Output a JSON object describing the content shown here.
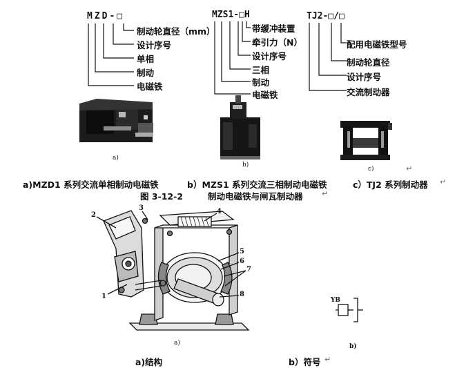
{
  "top": {
    "mzd": {
      "code": "MZD-□",
      "labels": [
        "制动轮直径（mm）",
        "设计序号",
        "单相",
        "制动",
        "电磁铁"
      ],
      "photo_caption": "a)"
    },
    "mzs1": {
      "code": "MZS1-□H",
      "labels": [
        "带缓冲装置",
        "牵引力（N）",
        "设计序号",
        "三相",
        "制动",
        "电磁铁"
      ],
      "photo_caption": "b)"
    },
    "tj2": {
      "code": "TJ2-□/□",
      "labels": [
        "配用电磁铁型号",
        "制动轮直径",
        "设计序号",
        "交流制动器"
      ],
      "photo_caption": "c)"
    }
  },
  "captions": {
    "a": "a)MZD1 系列交流单相制动电磁铁",
    "b": "b）MZS1 系列交流三相制动电磁铁",
    "c": "c）TJ2 系列制动器",
    "figure_no": "图 3-12-2",
    "figure_title": "制动电磁铁与闸瓦制动器"
  },
  "bottom": {
    "numbers": [
      "1",
      "2",
      "3",
      "4",
      "5",
      "6",
      "7",
      "8"
    ],
    "drawing_caption": "a)",
    "symbol_caption": "b)",
    "symbol_text": "YB",
    "caption_a": "a)结构",
    "caption_b": "b）符号"
  },
  "paragraph_mark": "↵"
}
